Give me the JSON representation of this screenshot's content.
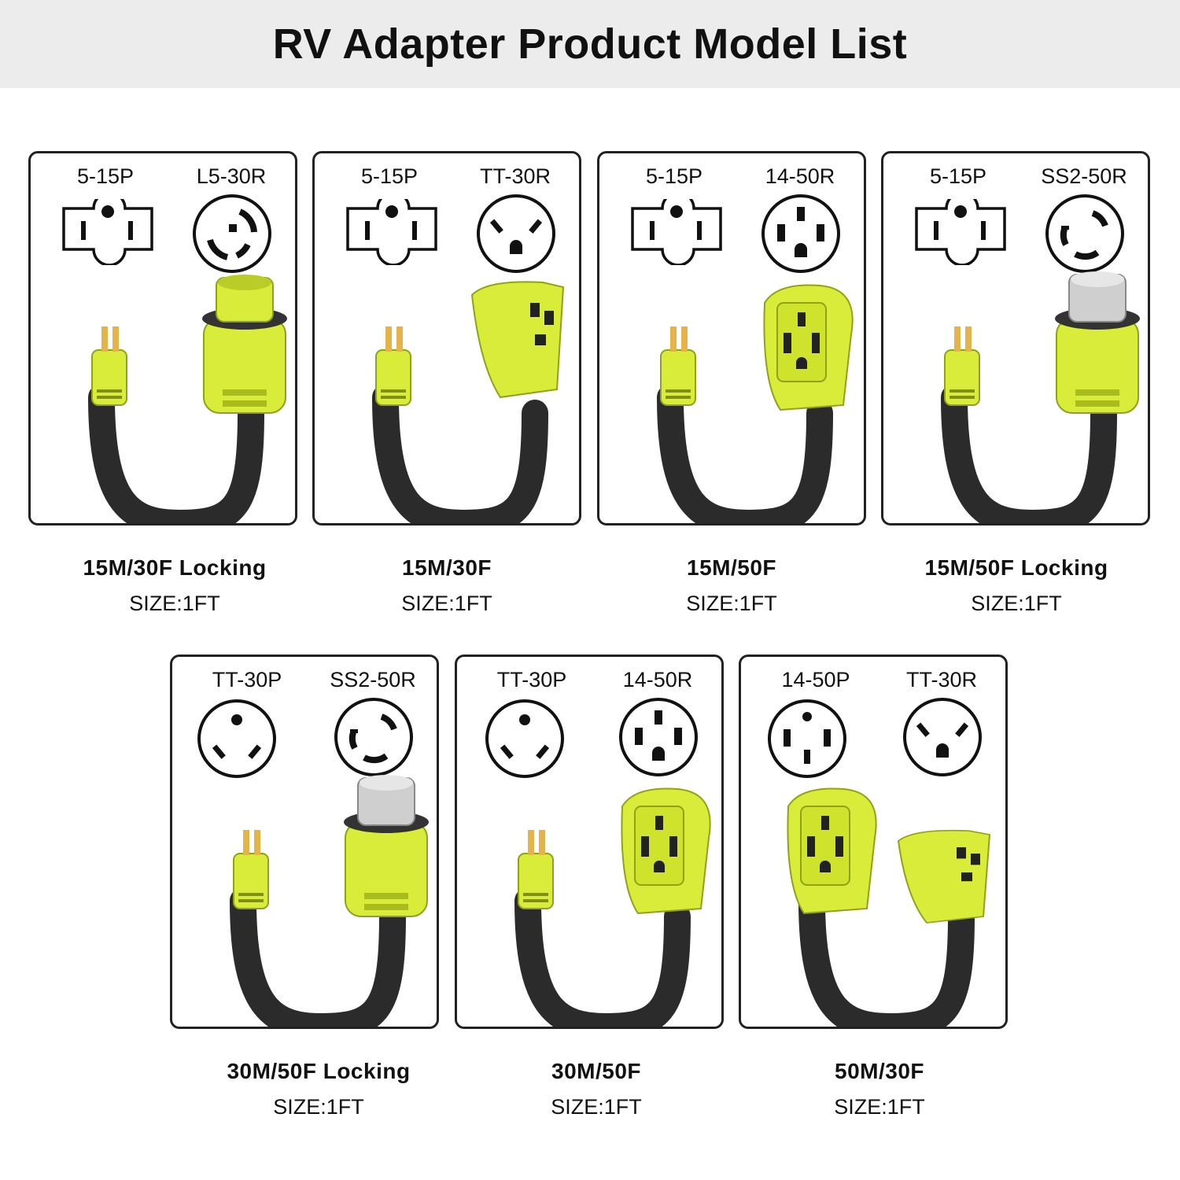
{
  "title": "RV Adapter Product Model List",
  "colors": {
    "plug_body": "#d9ec3a",
    "cable": "#2b2b2b",
    "locking_face": "#cfcfcf"
  },
  "products": [
    {
      "plug": "5-15P",
      "receptacle": "L5-30R",
      "name": "15M/30F Locking",
      "size": "SIZE:1FT"
    },
    {
      "plug": "5-15P",
      "receptacle": "TT-30R",
      "name": "15M/30F",
      "size": "SIZE:1FT"
    },
    {
      "plug": "5-15P",
      "receptacle": "14-50R",
      "name": "15M/50F",
      "size": "SIZE:1FT"
    },
    {
      "plug": "5-15P",
      "receptacle": "SS2-50R",
      "name": "15M/50F Locking",
      "size": "SIZE:1FT"
    },
    {
      "plug": "TT-30P",
      "receptacle": "SS2-50R",
      "name": "30M/50F Locking",
      "size": "SIZE:1FT"
    },
    {
      "plug": "TT-30P",
      "receptacle": "14-50R",
      "name": "30M/50F",
      "size": "SIZE:1FT"
    },
    {
      "plug": "14-50P",
      "receptacle": "TT-30R",
      "name": "50M/30F",
      "size": "SIZE:1FT"
    }
  ]
}
